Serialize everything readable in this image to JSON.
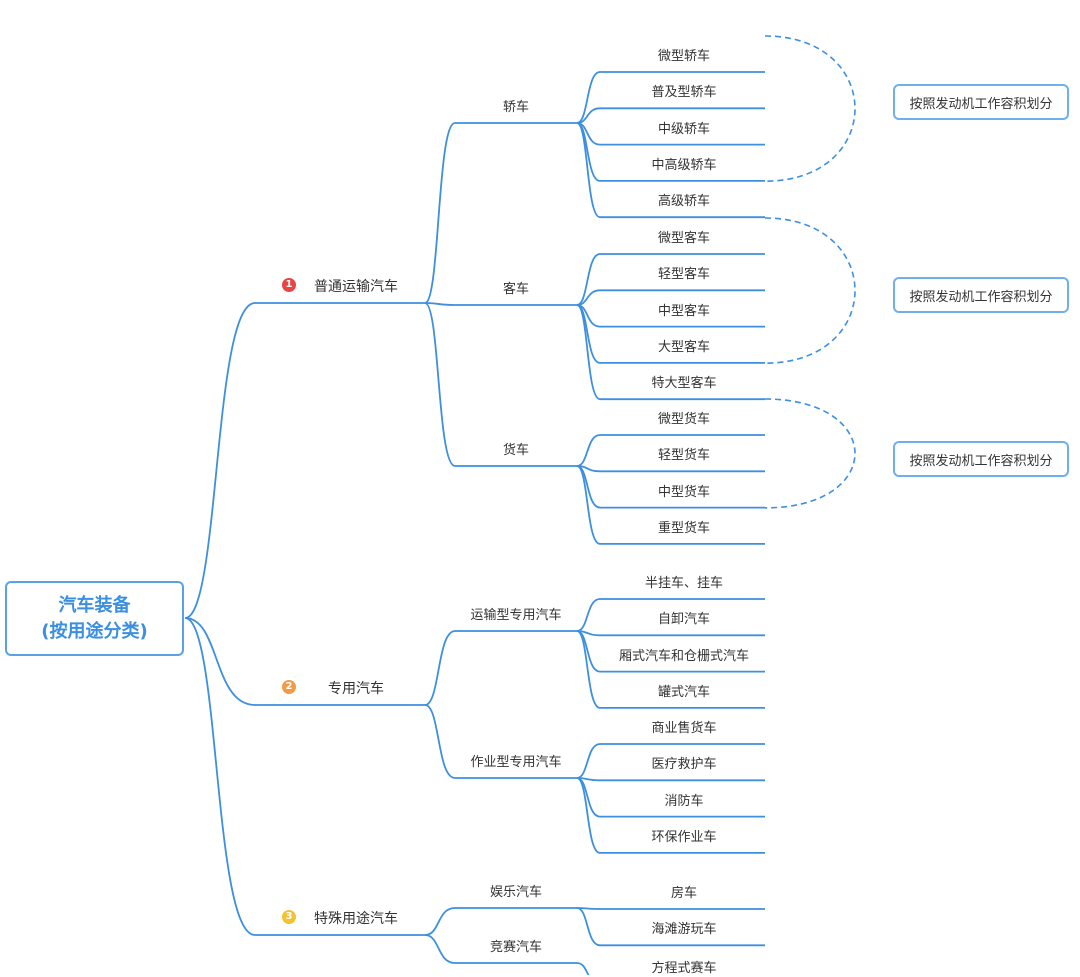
{
  "root": {
    "line1": "汽车装备",
    "line2": "(按用途分类)"
  },
  "colors": {
    "line": "#3d8fe0",
    "root_text": "#3b8fe0",
    "badge1": "#e84545",
    "badge2": "#f29a45",
    "badge3": "#f2c230"
  },
  "branches": [
    {
      "badge": "1",
      "label": "普通运输汽车",
      "children": [
        {
          "label": "轿车",
          "leaves": [
            "微型轿车",
            "普及型轿车",
            "中级轿车",
            "中高级轿车",
            "高级轿车"
          ],
          "note": "按照发动机工作容积划分"
        },
        {
          "label": "客车",
          "leaves": [
            "微型客车",
            "轻型客车",
            "中型客车",
            "大型客车",
            "特大型客车"
          ],
          "note": "按照发动机工作容积划分"
        },
        {
          "label": "货车",
          "leaves": [
            "微型货车",
            "轻型货车",
            "中型货车",
            "重型货车"
          ],
          "note": "按照发动机工作容积划分"
        }
      ]
    },
    {
      "badge": "2",
      "label": "专用汽车",
      "children": [
        {
          "label": "运输型专用汽车",
          "leaves": [
            "半挂车、挂车",
            "自卸汽车",
            "厢式汽车和仓栅式汽车",
            "罐式汽车"
          ]
        },
        {
          "label": "作业型专用汽车",
          "leaves": [
            "商业售货车",
            "医疗救护车",
            "消防车",
            "环保作业车"
          ]
        }
      ]
    },
    {
      "badge": "3",
      "label": "特殊用途汽车",
      "children": [
        {
          "label": "娱乐汽车",
          "leaves": [
            "房车",
            "海滩游玩车"
          ]
        },
        {
          "label": "竞赛汽车",
          "leaves": [
            "方程式赛车"
          ]
        }
      ]
    }
  ]
}
